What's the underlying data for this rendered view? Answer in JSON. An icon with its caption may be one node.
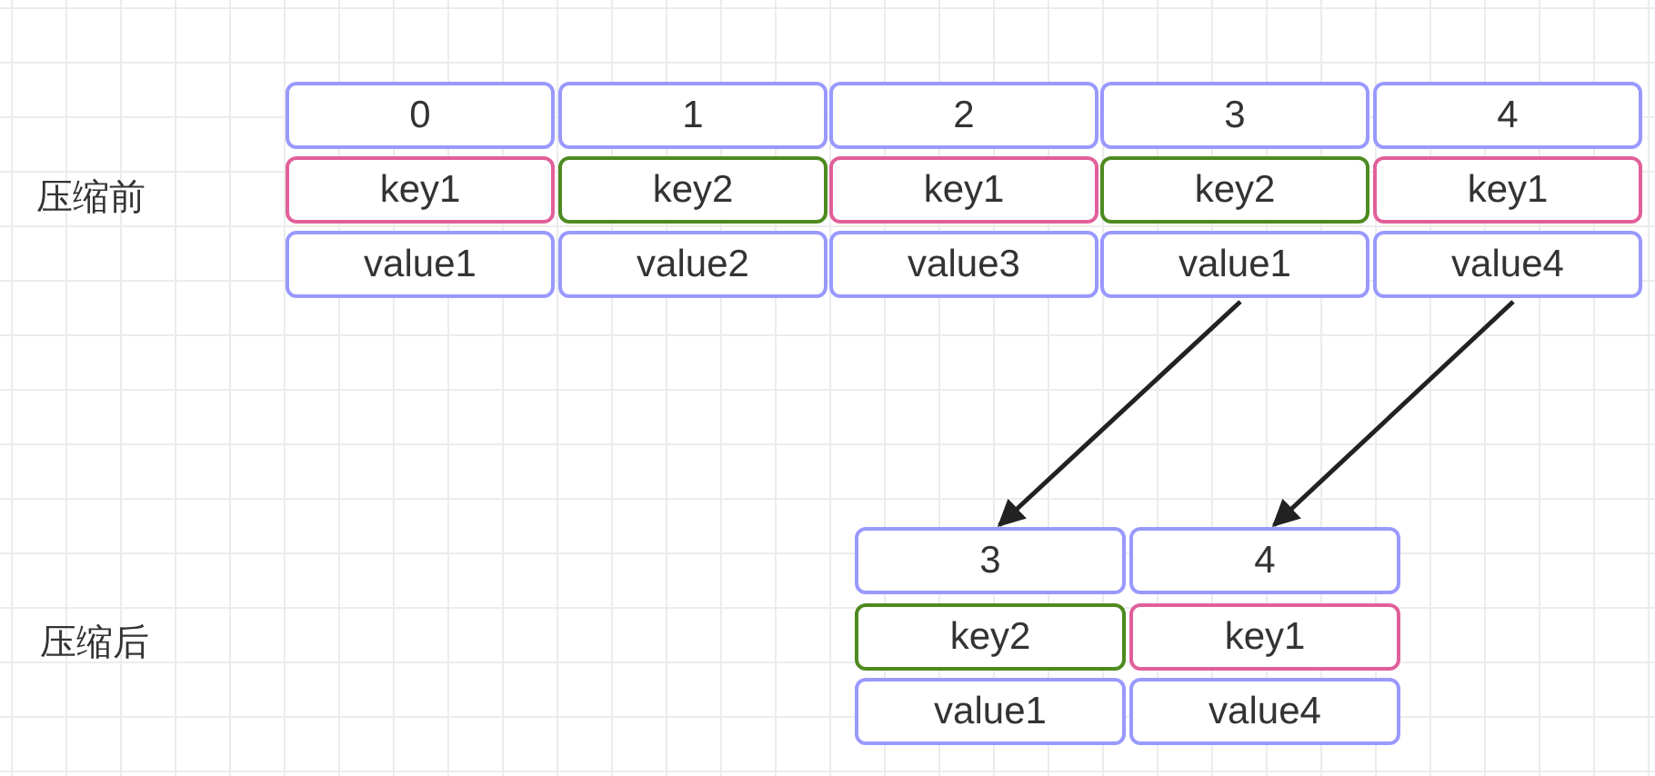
{
  "diagram": {
    "nodes": [
      {
        "text": [
          "0"
        ]
      },
      {
        "text": [
          "1"
        ]
      },
      {
        "text": [
          "2"
        ]
      },
      {
        "text": [
          "3"
        ]
      },
      {
        "text": [
          "4"
        ]
      },
      {
        "text": [
          "key1"
        ]
      },
      {
        "text": [
          "key2"
        ]
      },
      {
        "text": [
          "key1"
        ]
      },
      {
        "text": [
          "key2"
        ]
      },
      {
        "text": [
          "key1"
        ]
      },
      {
        "text": [
          "value1"
        ]
      },
      {
        "text": [
          "value2"
        ]
      },
      {
        "text": [
          "value3"
        ]
      },
      {
        "text": [
          "value1"
        ]
      },
      {
        "text": [
          "value4"
        ]
      },
      {
        "text": [
          "3"
        ]
      },
      {
        "text": [
          "4"
        ]
      },
      {
        "text": [
          "key2"
        ]
      },
      {
        "text": [
          "key1"
        ]
      },
      {
        "text": [
          "value1"
        ]
      },
      {
        "text": [
          "value4"
        ]
      }
    ],
    "edges": [
      {
        "from": 13,
        "to": 15,
        "arrow": "to"
      },
      {
        "from": 14,
        "to": 16,
        "arrow": "to"
      }
    ],
    "labels": [
      "压缩前",
      "压缩后"
    ]
  }
}
